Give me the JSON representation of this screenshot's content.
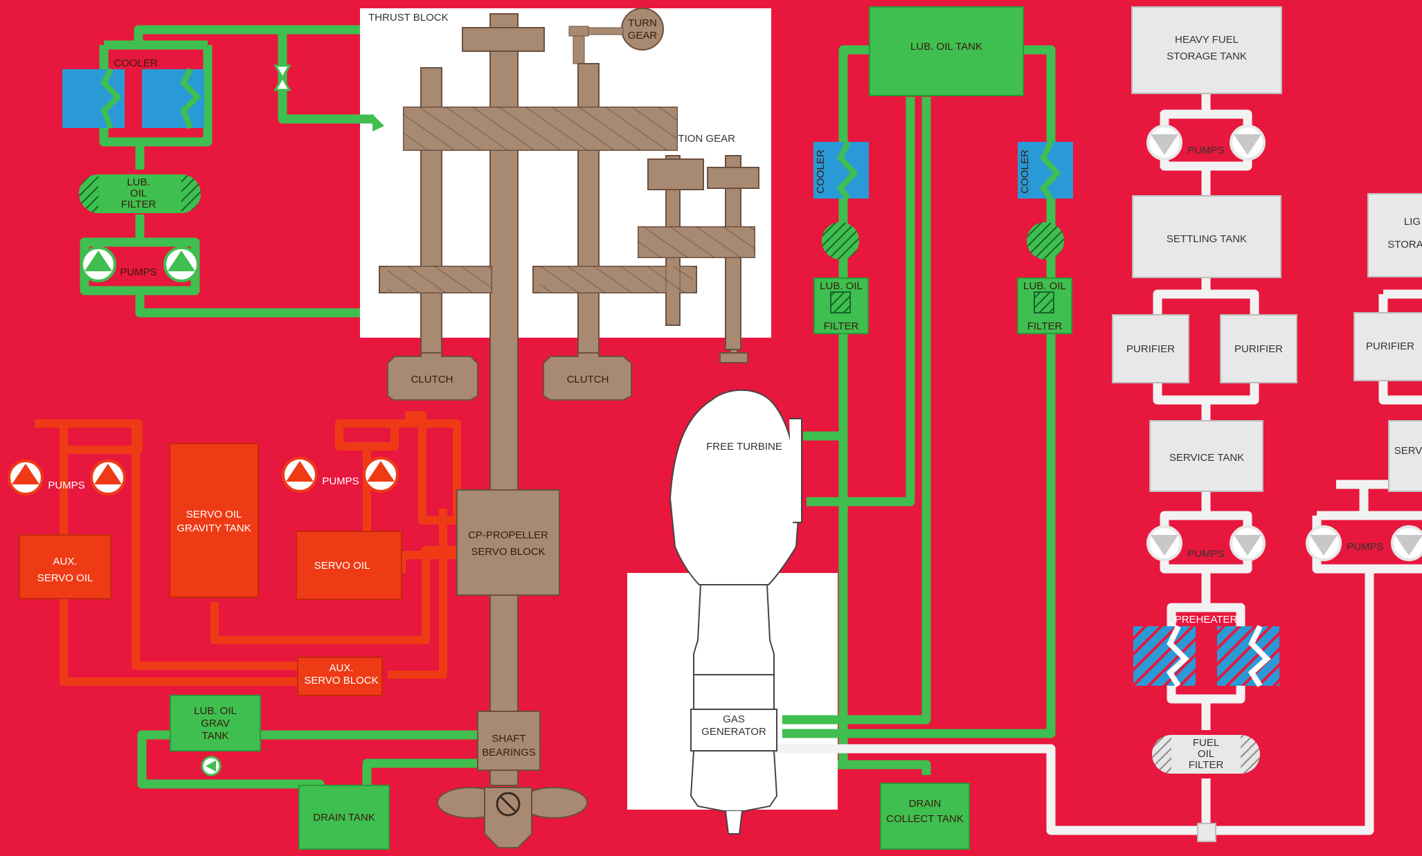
{
  "palette": {
    "background": "#e8173d",
    "lube_pipe": "#3fbf4f",
    "servo_red": "#ee3b16",
    "fuel_pipe": "#e6e6e6",
    "gear_brown": "#a88a72",
    "cooler_blue": "#2a9ad6",
    "box_white": "#ffffff",
    "fuel_box": "#e8e8e8"
  },
  "labels": {
    "thrust_block": "THRUST BLOCK",
    "turn_gear_1": "TURN",
    "turn_gear_2": "GEAR",
    "reduction_gear": "REDUCTION GEAR",
    "cooler_main": "COOLER",
    "lub_oil_filter_main_1": "LUB.",
    "lub_oil_filter_main_2": "OIL",
    "lub_oil_filter_main_3": "FILTER",
    "pumps_lube": "PUMPS",
    "clutch_left": "CLUTCH",
    "clutch_right": "CLUTCH",
    "lub_oil_tank": "LUB. OIL TANK",
    "cooler_2": "COOLER",
    "cooler_3": "COOLER",
    "lub_oil_filter_2_1": "LUB. OIL",
    "lub_oil_filter_2_2": "FILTER",
    "lub_oil_filter_3_1": "LUB. OIL",
    "lub_oil_filter_3_2": "FILTER",
    "free_turbine": "FREE TURBINE",
    "gas_generator_1": "GAS",
    "gas_generator_2": "GENERATOR",
    "pumps_servo_left": "PUMPS",
    "pumps_servo_mid": "PUMPS",
    "aux_servo_oil_1": "AUX.",
    "aux_servo_oil_2": "SERVO OIL",
    "servo_gravity_1": "SERVO OIL",
    "servo_gravity_2": "GRAVITY TANK",
    "servo_oil": "SERVO OIL",
    "cp_servo_1": "CP-PROPELLER",
    "cp_servo_2": "SERVO BLOCK",
    "aux_servo_block_1": "AUX.",
    "aux_servo_block_2": "SERVO BLOCK",
    "lub_grav_1": "LUB. OIL",
    "lub_grav_2": "GRAV",
    "lub_grav_3": "TANK",
    "shaft_bearings_1": "SHAFT",
    "shaft_bearings_2": "BEARINGS",
    "drain_tank": "DRAIN TANK",
    "drain_collect_1": "DRAIN",
    "drain_collect_2": "COLLECT TANK",
    "heavy_fuel_1": "HEAVY FUEL",
    "heavy_fuel_2": "STORAGE TANK",
    "pumps_fuel_top": "PUMPS",
    "settling_tank": "SETTLING TANK",
    "purifier_1": "PURIFIER",
    "purifier_2": "PURIFIER",
    "purifier_3": "PURIFIER",
    "service_tank": "SERVICE TANK",
    "pumps_fuel_mid": "PUMPS",
    "pumps_fuel_right": "PUMPS",
    "preheater": "PREHEATER",
    "fuel_oil_filter_1": "FUEL",
    "fuel_oil_filter_2": "OIL",
    "fuel_oil_filter_3": "FILTER",
    "light_storage_1": "LIG",
    "light_storage_2": "STORA",
    "serv_partial": "SERV"
  }
}
